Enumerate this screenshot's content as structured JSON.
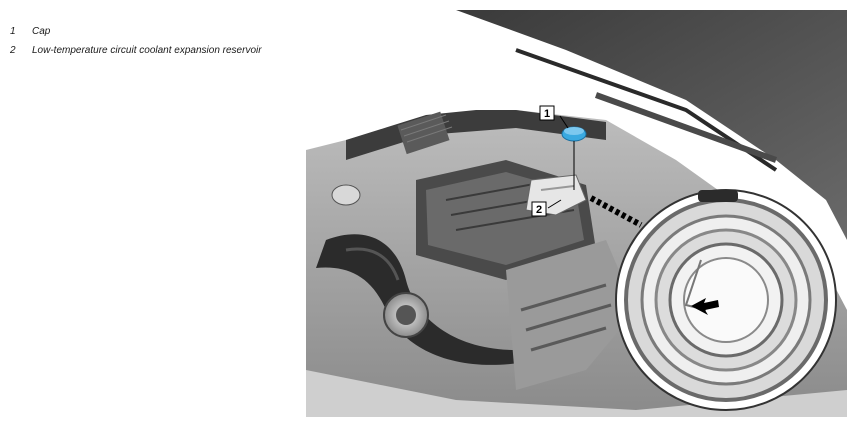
{
  "legend": {
    "items": [
      {
        "number": "1",
        "text": "Cap"
      },
      {
        "number": "2",
        "text": "Low-temperature circuit coolant expansion reservoir"
      }
    ]
  },
  "callouts": {
    "cap": "1",
    "reservoir": "2"
  },
  "colors": {
    "cap_highlight": "#3aa9e0",
    "engine_dark": "#2b2b2b",
    "engine_mid": "#7a7a7a",
    "hood": "#5a5a5a"
  }
}
